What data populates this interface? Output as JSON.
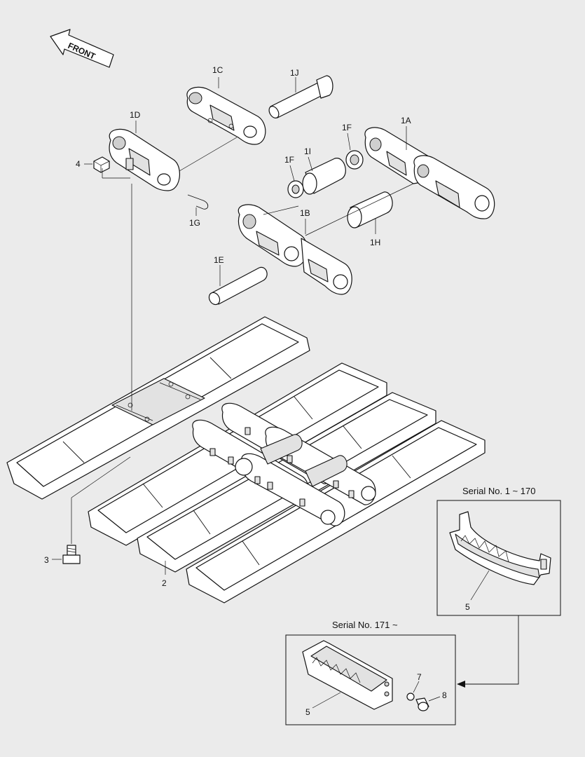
{
  "diagram": {
    "direction_label": "FRONT",
    "labels": {
      "l1a": "1A",
      "l1b": "1B",
      "l1c": "1C",
      "l1d": "1D",
      "l1e": "1E",
      "l1f_left": "1F",
      "l1f_right": "1F",
      "l1g": "1G",
      "l1h": "1H",
      "l1i": "1I",
      "l1j": "1J",
      "l2": "2",
      "l3": "3",
      "l4": "4",
      "l5_top": "5",
      "l5_bottom": "5",
      "l7": "7",
      "l8": "8"
    },
    "boxes": {
      "upper_title": "Serial No. 1 ~ 170",
      "lower_title": "Serial No. 171 ~"
    }
  }
}
